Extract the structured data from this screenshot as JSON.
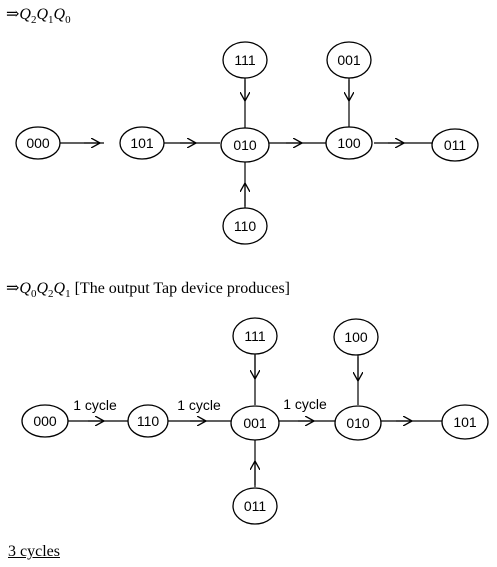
{
  "heading_1": {
    "arrow": "⇒",
    "vars": [
      {
        "letter": "Q",
        "sub": "2"
      },
      {
        "letter": "Q",
        "sub": "1"
      },
      {
        "letter": "Q",
        "sub": "0"
      }
    ]
  },
  "diagram_1": {
    "main": [
      "000",
      "101",
      "010",
      "100",
      "011"
    ],
    "above": [
      "111",
      "001"
    ],
    "below": [
      "110"
    ]
  },
  "heading_2": {
    "arrow": "⇒",
    "vars": [
      {
        "letter": "Q",
        "sub": "0"
      },
      {
        "letter": "Q",
        "sub": "2"
      },
      {
        "letter": "Q",
        "sub": "1"
      }
    ],
    "note": "[The output Tap device produces]"
  },
  "diagram_2": {
    "main": [
      "000",
      "110",
      "001",
      "010",
      "101"
    ],
    "above": [
      "111",
      "100"
    ],
    "below": [
      "011"
    ],
    "edge_labels": [
      "1 cycle",
      "1 cycle",
      "1 cycle"
    ]
  },
  "conclusion": "3 cycles"
}
